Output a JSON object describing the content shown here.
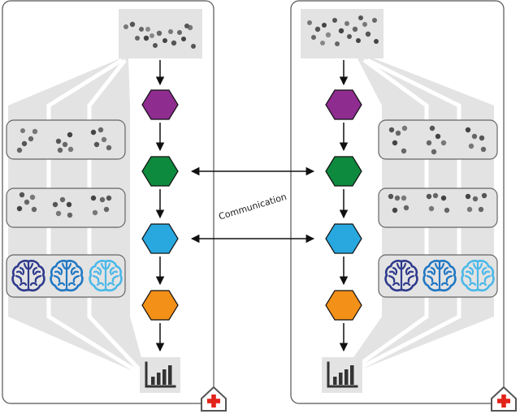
{
  "communication_label": "Communication",
  "colors": {
    "stage1": "#8e2c8f",
    "stage2": "#0e8a3e",
    "stage3": "#29a8e0",
    "stage4": "#f39018",
    "brain_dark": "#2e3a8c",
    "brain_mid": "#1f77c4",
    "brain_light": "#4ab8e8",
    "hospital_cross": "#e2231a",
    "panel_border": "#666666",
    "band": "#e3e3e3"
  },
  "sites": [
    {
      "name": "site-left",
      "chart_icon": "bar-chart-icon",
      "hospital_icon": "hospital-icon"
    },
    {
      "name": "site-right",
      "chart_icon": "bar-chart-icon",
      "hospital_icon": "hospital-icon"
    }
  ],
  "icons": [
    "data-points-icon",
    "hexagon-icon",
    "brain-icon",
    "bar-chart-icon",
    "hospital-icon",
    "arrow-icon"
  ]
}
